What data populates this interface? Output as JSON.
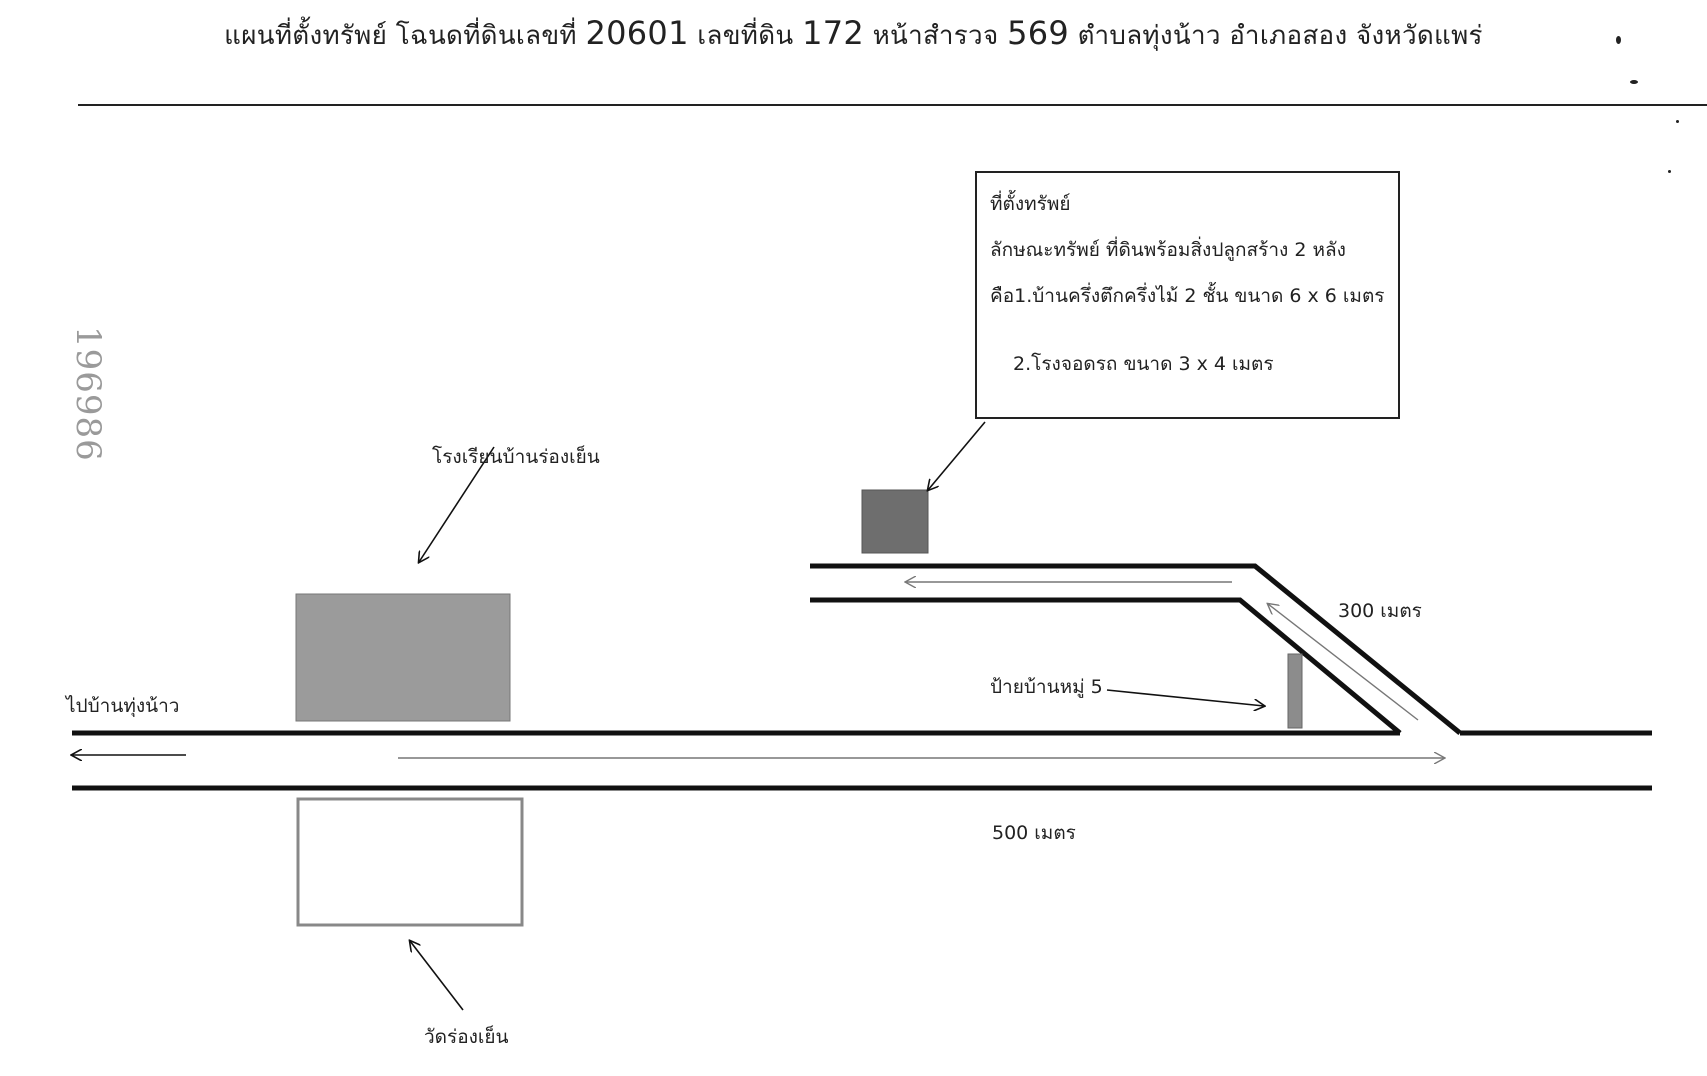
{
  "header": {
    "title_part1": "แผนที่ตั้งทรัพย์  โฉนดที่ดินเลขที่ ",
    "deed_number": "20601",
    "title_part2": "  เลขที่ดิน ",
    "land_number": "172",
    "title_part3": " หน้าสำรวจ ",
    "survey_page": "569",
    "title_part4": " ตำบลทุ่งน้าว  อำเภอสอง  จังหวัดแพร่"
  },
  "infobox": {
    "heading": "ที่ตั้งทรัพย์",
    "line1": "ลักษณะทรัพย์    ที่ดินพร้อมสิ่งปลูกสร้าง 2  หลัง",
    "line2": "คือ1.บ้านครึ่งตึกครึ่งไม้ 2 ชั้น ขนาด  6 x 6 เมตร",
    "line3": "2.โรงจอดรถ ขนาด  3 x 4 เมตร"
  },
  "labels": {
    "school": "โรงเรียนบ้านร่องเย็น",
    "to_village": "ไปบ้านทุ่งน้าว",
    "village_sign": "ป้ายบ้านหมู่ 5",
    "dist_300": "300 เมตร",
    "dist_500": "500 เมตร",
    "temple": "วัดร่องเย็น"
  },
  "handwritten": {
    "note": "196986"
  },
  "colors": {
    "road": "#111111",
    "school_fill": "#9b9b9b",
    "property_fill": "#6e6e6e",
    "sign_fill": "#8c8c8c",
    "temple_border": "#888888",
    "thin_arrow": "#777777"
  }
}
